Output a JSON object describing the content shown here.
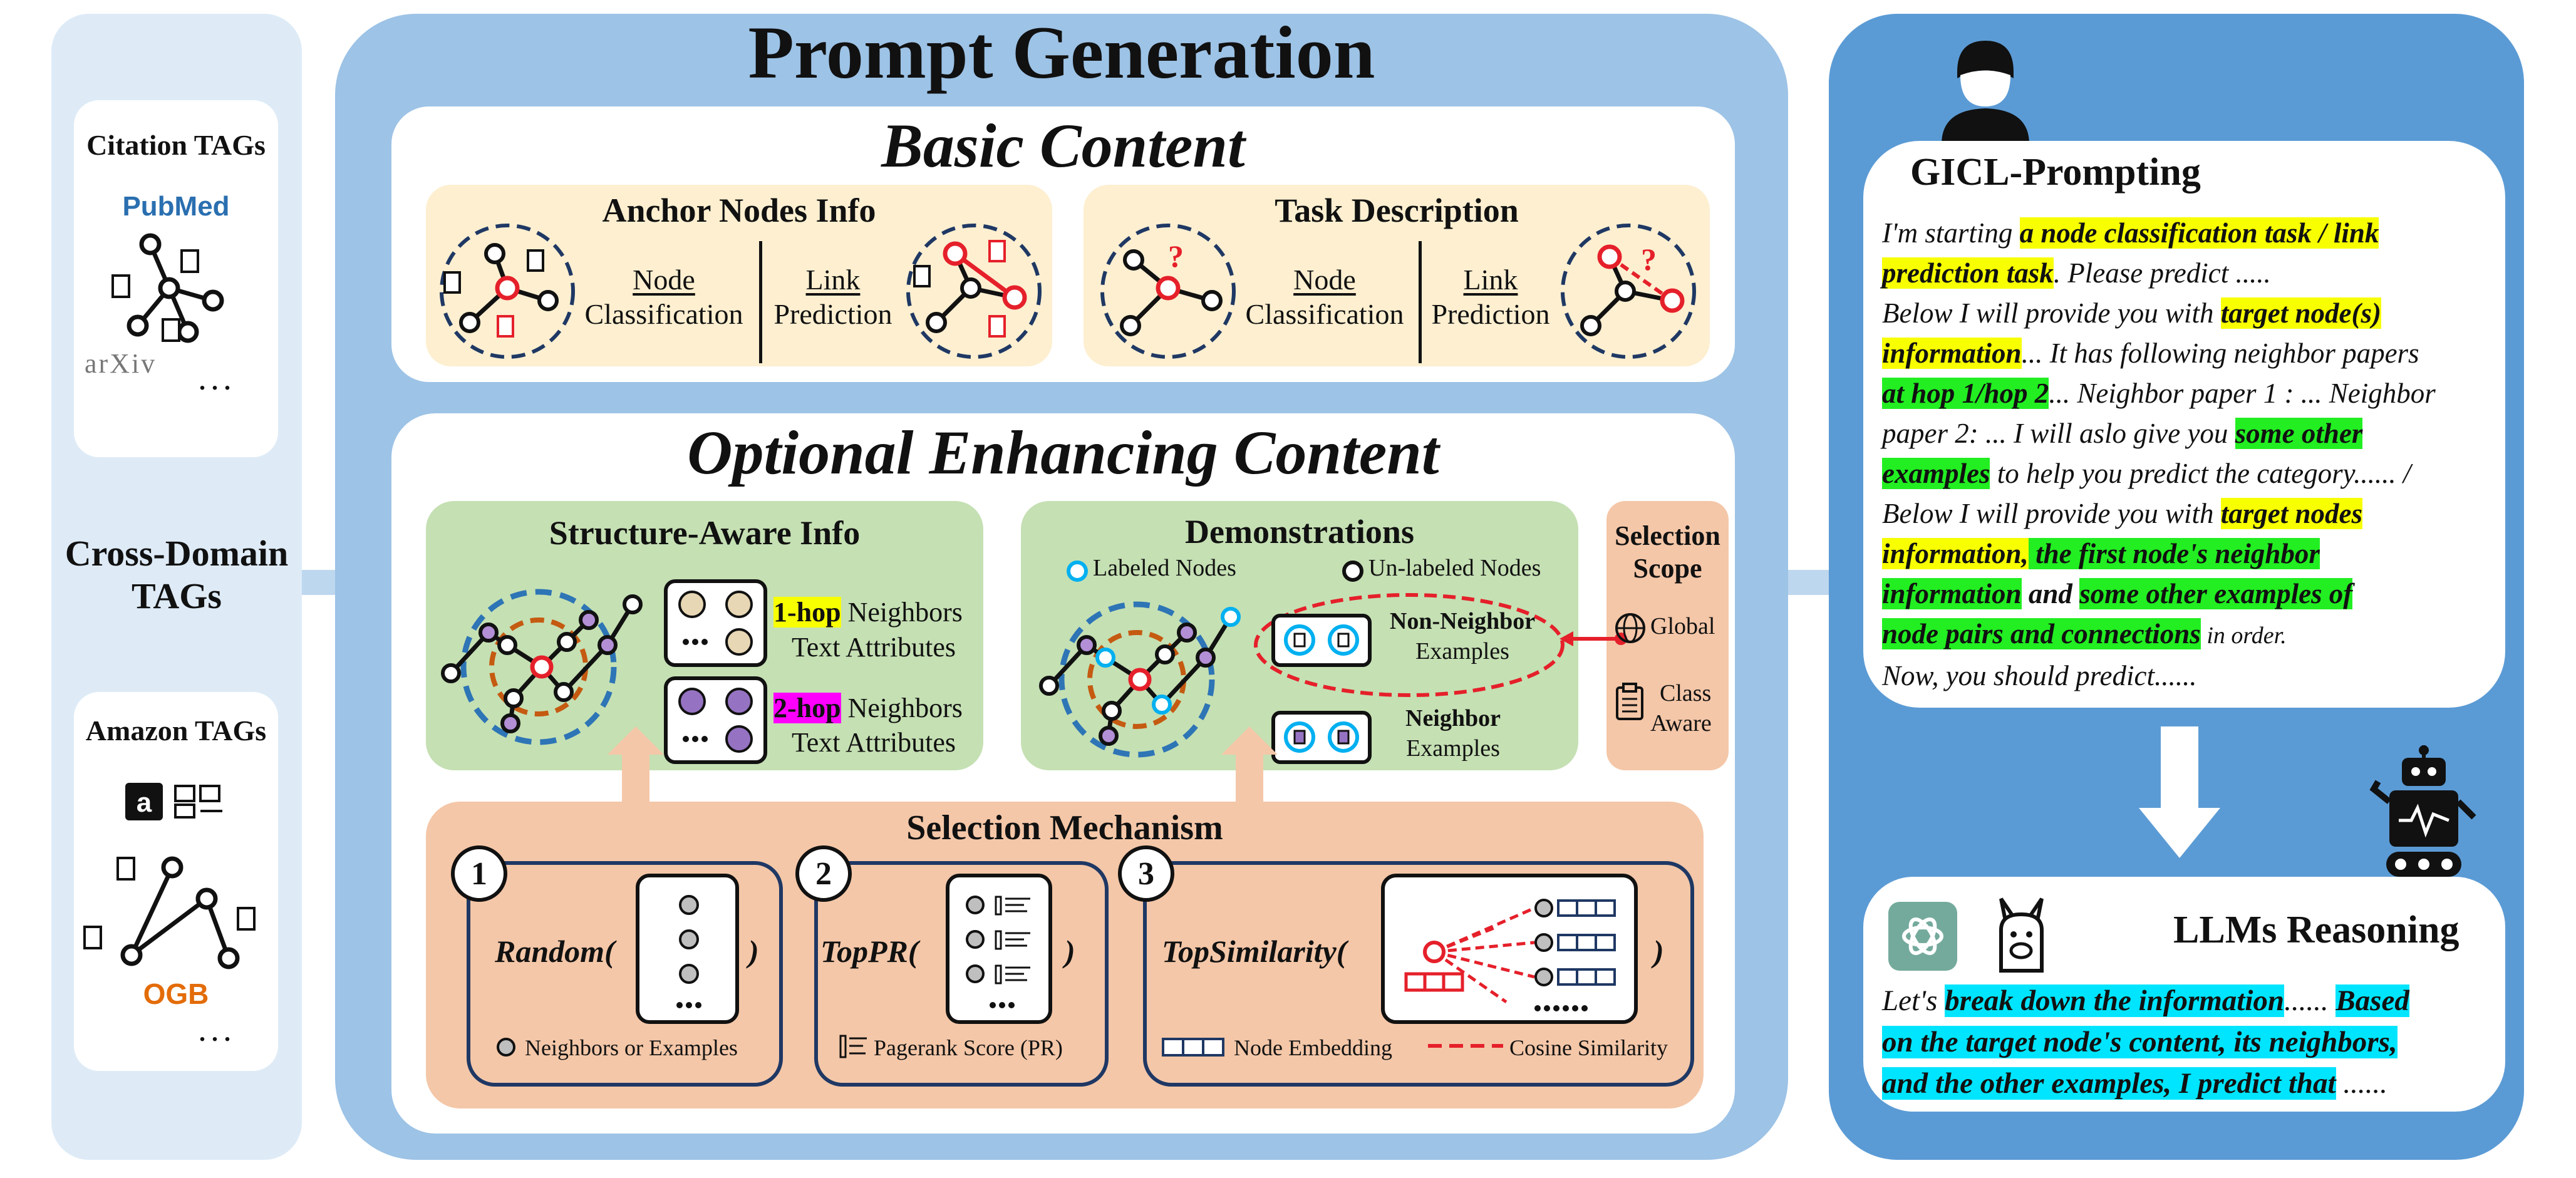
{
  "left_panel": {
    "citation": {
      "title": "Citation TAGs",
      "pubmed": "PubMed",
      "arxiv": "arXiv",
      "more": ". . ."
    },
    "cross_domain": {
      "line1": "Cross-Domain",
      "line2": "TAGs"
    },
    "amazon": {
      "title": "Amazon TAGs",
      "ogb": "OGB",
      "more": ". . ."
    }
  },
  "center": {
    "title": "Prompt Generation",
    "basic": {
      "title": "Basic Content",
      "anchor": {
        "title": "Anchor Nodes Info",
        "node1": "Node",
        "node2": "Classification",
        "link1": "Link",
        "link2": "Prediction"
      },
      "task": {
        "title": "Task Description",
        "node1": "Node",
        "node2": "Classification",
        "link1": "Link",
        "link2": "Prediction",
        "qmark": "?"
      }
    },
    "optional": {
      "title": "Optional Enhancing Content",
      "structure": {
        "title": "Structure-Aware Info",
        "hop1": "1-hop",
        "hop1_text1": " Neighbors",
        "hop1_text2": "Text Attributes",
        "hop2": "2-hop",
        "hop2_text1": " Neighbors",
        "hop2_text2": "Text Attributes",
        "dots": "•••"
      },
      "demos": {
        "title": "Demonstrations",
        "labeled": "Labeled Nodes",
        "unlabeled": "Un-labeled Nodes",
        "nonneighbor1": "Non-Neighbor",
        "nonneighbor2": "Examples",
        "neighbor1": "Neighbor",
        "neighbor2": "Examples"
      },
      "scope": {
        "title1": "Selection",
        "title2": "Scope",
        "global": "Global",
        "class1": "Class",
        "class2": "Aware"
      },
      "mechanism": {
        "title": "Selection Mechanism",
        "random": {
          "num": "1",
          "label": "Random(",
          "close": ")",
          "legend": "Neighbors or Examples"
        },
        "toppr": {
          "num": "2",
          "label": "TopPR(",
          "close": ")",
          "legend": "Pagerank Score (PR)"
        },
        "topsim": {
          "num": "3",
          "label": "TopSimilarity(",
          "close": ")",
          "legend_a": "Node Embedding",
          "legend_b": "Cosine Similarity"
        },
        "dots": "•••",
        "dots6": "••••••"
      }
    }
  },
  "right": {
    "gicl_title": "GICL-Prompting",
    "prompt": {
      "l1a": "I'm starting ",
      "l1b": "a node classification task / link",
      "l2a": "prediction task",
      "l2b": ". Please predict .....",
      "l3a": "Below I will provide you with ",
      "l3b": "target node(s)",
      "l4a": "information",
      "l4b": "... It has following neighbor papers",
      "l5a": "at hop 1/hop 2",
      "l5b": "... Neighbor paper 1 : ... Neighbor",
      "l6a": "paper 2: ...  I will aslo give you ",
      "l6b": "some other",
      "l7a": "examples",
      "l7b": " to help you predict the category...... /",
      "l8a": "Below I will provide you with ",
      "l8b": "target  nodes",
      "l9a": "information,",
      "l9b": " the first node's neighbor",
      "l10a": "information",
      "l10b": " and ",
      "l10c": "some other examples of",
      "l11a": "node pairs and connections",
      "l11b": " in order.",
      "l12": "Now, you should predict......"
    },
    "llm_title": "LLMs Reasoning",
    "llm": {
      "l1a": "Let's ",
      "l1b": "break down the information",
      "l1c": "......  ",
      "l1d": "Based",
      "l2": "on the target node's content, its neighbors,",
      "l3a": "and the other examples, I predict that",
      "l3b": " ......"
    }
  },
  "colors": {
    "panel_blue": "#9bc2e6",
    "dark_blue": "#5b9bd5",
    "pale_blue": "#deebf7",
    "yellow_box": "#fdefd0",
    "green_box": "#c5e0b3",
    "salmon_box": "#f4c7a8",
    "node_red": "#e5202a",
    "purple": "#7030a0",
    "dash_blue": "#2e75b6",
    "dash_brown": "#c55a11"
  }
}
